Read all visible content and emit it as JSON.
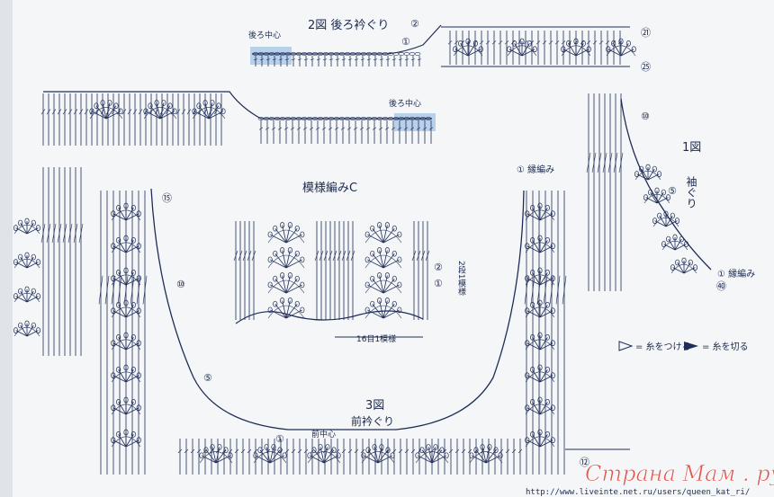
{
  "colors": {
    "ink": "#1f2d57",
    "highlight": "#a9c8e6",
    "paper": "#f4f6f8",
    "watermark_red": "#e0574f"
  },
  "labels": {
    "fig2_title": "2図  後ろ衿ぐり",
    "fig2_center": "後ろ中心",
    "fig2_right_center": "後ろ中心",
    "fig1_title": "1図",
    "fig1_sub": "袖ぐり",
    "motif_title": "模様編みC",
    "motif_bottom": "16目1模様",
    "motif_side": "2段1模様",
    "fig3_title": "3図",
    "fig3_sub": "前衿ぐり",
    "front_center": "前中心",
    "start_label_1": "① 縁編み",
    "start_label_2": "① 縁編み",
    "legend_attach": "= 糸をつける",
    "legend_cut": "= 糸を切る",
    "watermark_site": "Страна Мам . ру",
    "url": "http://www.liveinte.net.ru/users/queen_kat_ri/"
  },
  "row_markers": {
    "m1": "①",
    "m2": "②",
    "m5": "⑤",
    "m10": "⑩",
    "m12": "⑫",
    "m15": "⑮",
    "m21": "㉑",
    "m25": "㉕",
    "m40": "㊵"
  }
}
